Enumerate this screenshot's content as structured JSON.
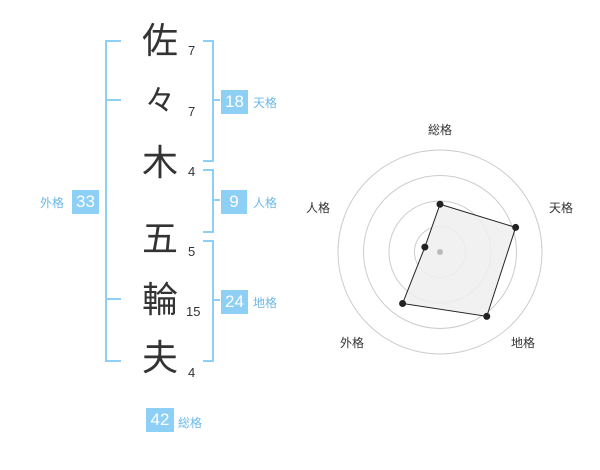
{
  "name": {
    "characters": [
      {
        "char": "佐",
        "strokes": "7"
      },
      {
        "char": "々",
        "strokes": "7"
      },
      {
        "char": "木",
        "strokes": "4"
      },
      {
        "char": "五",
        "strokes": "5"
      },
      {
        "char": "輪",
        "strokes": "15"
      },
      {
        "char": "夫",
        "strokes": "4"
      }
    ]
  },
  "fortune": {
    "tenkaku": {
      "value": "18",
      "label": "天格"
    },
    "jinkaku": {
      "value": "9",
      "label": "人格"
    },
    "chikaku": {
      "value": "24",
      "label": "地格"
    },
    "gaikaku": {
      "value": "33",
      "label": "外格"
    },
    "soukaku": {
      "value": "42",
      "label": "総格"
    }
  },
  "chart_data": {
    "type": "radar",
    "axes": [
      "総格",
      "天格",
      "地格",
      "外格",
      "人格"
    ],
    "values": [
      3,
      5,
      5,
      4,
      1
    ],
    "max": 5,
    "rings": 4,
    "colors": {
      "fill": "#efefef",
      "line": "#222222",
      "grid": "#cccccc",
      "center": "#bbbbbb"
    }
  },
  "colors": {
    "accent": "#8ecff5",
    "label": "#6bb8e8"
  }
}
